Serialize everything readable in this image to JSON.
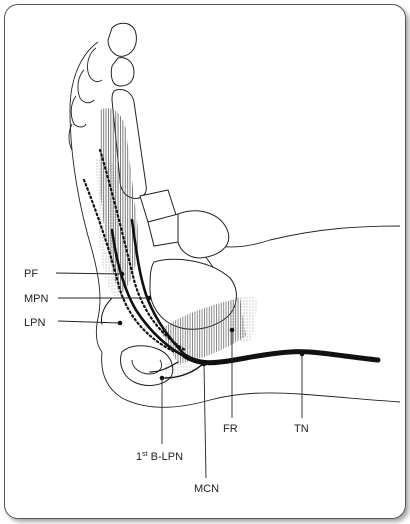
{
  "labels": {
    "pf": "PF",
    "mpn": "MPN",
    "lpn": "LPN",
    "first_b_lpn_prefix": "1",
    "first_b_lpn_sup": "st",
    "first_b_lpn_suffix": " B-LPN",
    "mcn": "MCN",
    "fr": "FR",
    "tn": "TN"
  },
  "colors": {
    "line": "#222222",
    "nerve": "#111111",
    "shade": "#777777",
    "background": "#ffffff",
    "frame_border": "#555555"
  }
}
